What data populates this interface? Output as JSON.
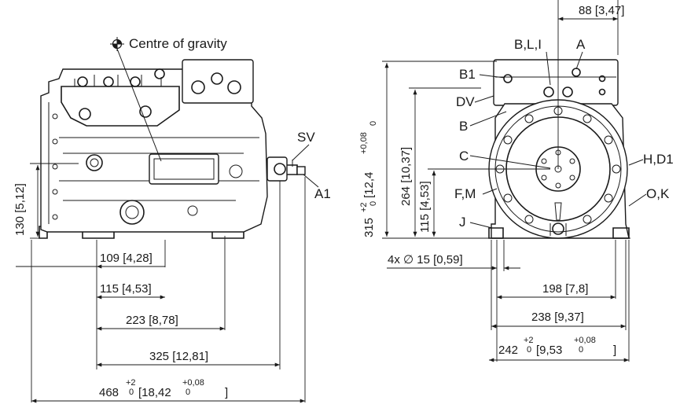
{
  "cog_label": "Centre of gravity",
  "left_view": {
    "labels": {
      "sv": "SV",
      "a1": "A1"
    },
    "dims": {
      "h130_a": "130",
      "h130_b": "5,12",
      "d109_a": "109",
      "d109_b": "4,28",
      "d115_a": "115",
      "d115_b": "4,53",
      "d223_a": "223",
      "d223_b": "8,78",
      "d325_a": "325",
      "d325_b": "12,81",
      "d468_a": "468",
      "d468_tol": "+2",
      "d468_tol0": "0",
      "d468_b": "18,42",
      "d468_tolb": "+0,08",
      "d468_tolb0": "0"
    }
  },
  "right_view": {
    "labels": {
      "b1": "B1",
      "bli": "B,L,I",
      "a": "A",
      "dv": "DV",
      "b": "B",
      "c": "C",
      "fm": "F,M",
      "j": "J",
      "hd1": "H,D1",
      "ok": "O,K"
    },
    "dims": {
      "d88_a": "88",
      "d88_b": "3,47",
      "h315_a": "315",
      "h315_tol": "+2",
      "h315_tol0": "0",
      "h315_b": "12,4",
      "h315_tolb": "+0,08",
      "h315_tolb0": "0",
      "h264_a": "264",
      "h264_b": "10,37",
      "h115_a": "115",
      "h115_b": "4,53",
      "hole_a": "4x",
      "hole_sym": "∅",
      "hole_b": "15",
      "hole_c": "0,59",
      "d198_a": "198",
      "d198_b": "7,8",
      "d238_a": "238",
      "d238_b": "9,37",
      "d242_a": "242",
      "d242_tol": "+2",
      "d242_tol0": "0",
      "d242_b": "9,53",
      "d242_tolb": "+0,08",
      "d242_tolb0": "0"
    }
  }
}
